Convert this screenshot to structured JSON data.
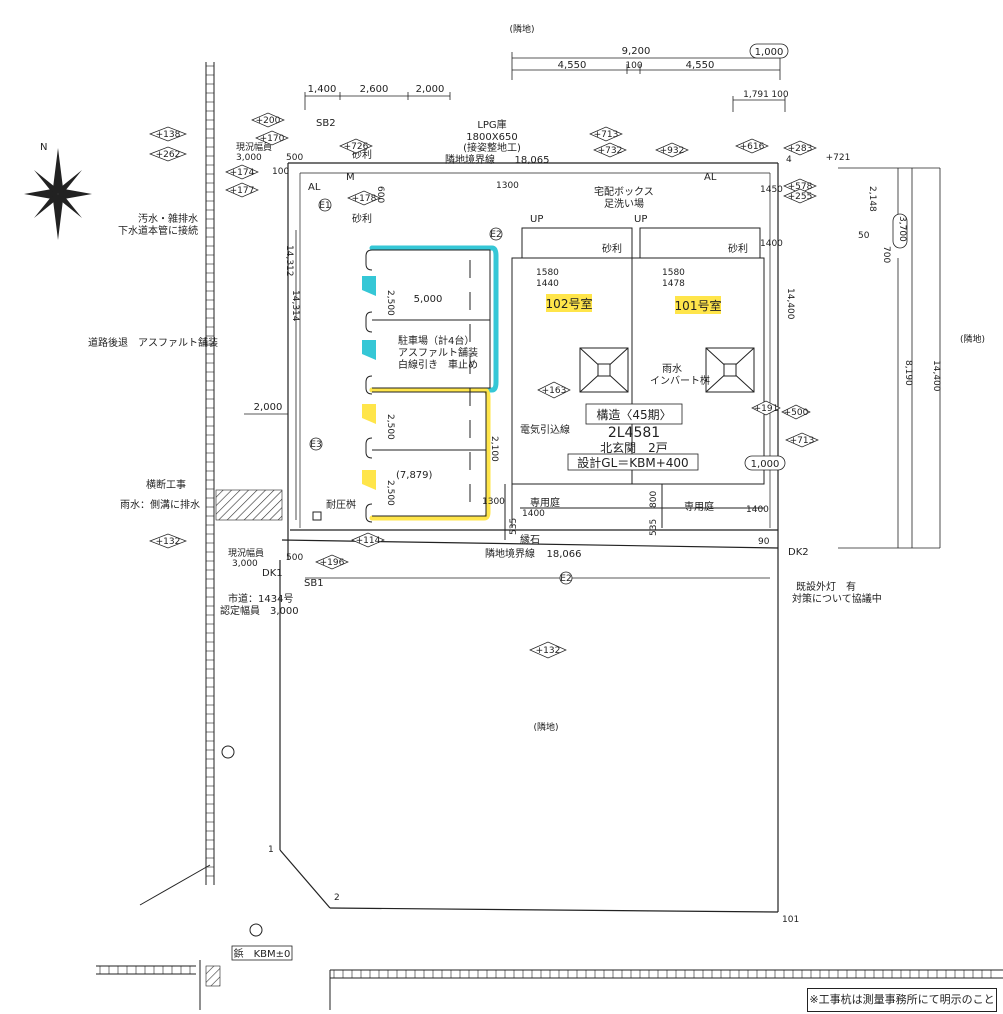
{
  "labels": {
    "top_neighbor": "(隣地)",
    "right_neighbor": "(隣地)",
    "bottom_neighbor": "(隣地)",
    "north": "N",
    "dim_9200": "9,200",
    "dim_1000_top": "1,000",
    "dim_4550_a": "4,550",
    "dim_100": "100",
    "dim_4550_b": "4,550",
    "dim_1791": "1,791",
    "dim_100_b": "100",
    "dim_1400": "1,400",
    "dim_2600": "2,600",
    "dim_2000_top": "2,000",
    "lpg": "LPG庫",
    "lpg_size": "1800X650",
    "lpg_note": "(接姿整地工)",
    "boundary_top": "隣地境界線",
    "boundary_top_len": "18,065",
    "boundary_bottom": "隣地境界線",
    "boundary_bottom_len": "18,066",
    "sb2": "SB2",
    "sb1": "SB1",
    "dk1": "DK1",
    "dk2": "DK2",
    "drain": "汚水・雑排水",
    "drain2": "下水道本管に接続",
    "road": "道路後退　アスファルト舗装",
    "road_dim1": "14,312",
    "road_dim2": "14,314",
    "parking_title": "駐車場（計4台）",
    "parking_line2": "アスファルト舗装",
    "parking_line3": "白線引き　車止め",
    "dim_5000": "5,000",
    "dim_2500_a": "2,500",
    "dim_2500_b": "2,500",
    "dim_2500_c": "2,500",
    "dim_7879": "(7,879)",
    "dim_2000_left": "2,000",
    "room102": "102号室",
    "room101": "101号室",
    "delivery": "宅配ボックス",
    "washroom": "足洗い場",
    "gravel1": "砂利",
    "gravel2": "砂利",
    "gravel3": "砂利",
    "gravel4": "砂利",
    "rain": "雨水",
    "invert": "インバート桝",
    "structure": "構造〈45期〉",
    "code": "2L4581",
    "entry": "北玄関　2戸",
    "design_gl": "設計GL＝KBM+400",
    "elec": "電気引込線",
    "private_yard1": "専用庭",
    "private_yard2": "専用庭",
    "dim_1000_right": "1,000",
    "dim_3700": "3,700",
    "dim_2148": "2,148",
    "dim_700": "700",
    "dim_8190": "8,190",
    "dim_14400_a": "14,400",
    "dim_14400_b": "14,400",
    "curb": "縁石",
    "rain_drain": "雨水：側溝に排水",
    "sidewalk": "横断工事",
    "road_width": "現況幅員",
    "road_width_val": "3,000",
    "road_width_top": "現況幅員",
    "road_width_top_val": "3,000",
    "city_road": "市道：1434号",
    "city_road_width": "認定幅員　3,000",
    "pressure": "耐圧桝",
    "light": "既設外灯　有",
    "light2": "対策について協議中",
    "kbm": "鋲　KBM±0",
    "note": "※工事杭は測量事務所にて明示のこと",
    "ek1": "E1",
    "ek2": "E2",
    "ek3": "E3",
    "e_center": "E2",
    "up1": "UP",
    "up2": "UP",
    "al1": "AL",
    "al2": "AL",
    "m": "M",
    "hz1": "+163",
    "hz2": "+132",
    "hz3": "+191",
    "hz4": "+500",
    "hz5": "+713",
    "hz6": "+114",
    "hz7": "+196",
    "hz8": "+132",
    "hz9": "+200",
    "hz10": "+170",
    "hz11": "+138",
    "hz12": "+262",
    "hz13": "+174",
    "hz14": "+177",
    "hz15": "+726",
    "hz16": "+713",
    "hz17": "+732",
    "hz18": "+932",
    "hz19": "+616",
    "hz20": "+283",
    "hz21": "+721",
    "hz22": "+578",
    "hz23": "+255",
    "hz24": "+178",
    "pt1": "1",
    "pt2": "2",
    "pt4": "4",
    "pt101": "101",
    "pt90": "90",
    "dim_535a": "535",
    "dim_535b": "535",
    "dim_800": "800",
    "dim_1400_small": "1400",
    "dim_1580a": "1580",
    "dim_1440": "1440",
    "dim_1580b": "1580",
    "dim_1478": "1478",
    "dim_1300": "1300",
    "dim_1300b": "1300",
    "dim_1400b": "1400",
    "dim_1450": "1450",
    "dim_1400c": "1400",
    "dim_500a": "500",
    "dim_500b": "500",
    "dim_100b": "100",
    "dim_600": "600",
    "dim_50": "50",
    "dim_2100": "2,100"
  },
  "colors": {
    "ink": "#222222",
    "cyan": "#35c7d6",
    "yellow": "#ffe54a",
    "hatch": "#333333"
  },
  "icons": [
    "north-arrow-icon",
    "manhole-icon",
    "inspection-box-icon"
  ]
}
